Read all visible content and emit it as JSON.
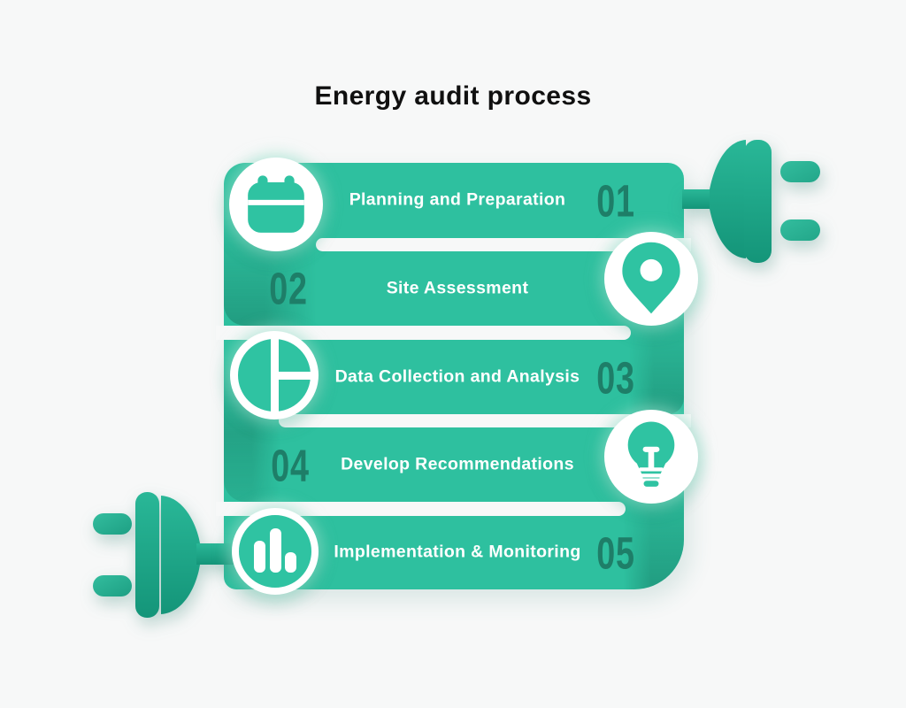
{
  "title": "Energy audit process",
  "steps": [
    {
      "number": "01",
      "label": "Planning and Preparation",
      "icon": "calendar-icon",
      "icon_side": "left",
      "number_side": "right"
    },
    {
      "number": "02",
      "label": "Site Assessment",
      "icon": "location-pin-icon",
      "icon_side": "right",
      "number_side": "left"
    },
    {
      "number": "03",
      "label": "Data Collection and Analysis",
      "icon": "pie-chart-icon",
      "icon_side": "left",
      "number_side": "right"
    },
    {
      "number": "04",
      "label": "Develop Recommendations",
      "icon": "lightbulb-icon",
      "icon_side": "right",
      "number_side": "left"
    },
    {
      "number": "05",
      "label": "Implementation & Monitoring",
      "icon": "bar-chart-icon",
      "icon_side": "left",
      "number_side": "right"
    }
  ],
  "decorations": {
    "top_right": "power-plug-icon",
    "bottom_left": "power-plug-icon"
  },
  "colors": {
    "background": "#f7f8f8",
    "ribbon": "#2ec09f",
    "ribbon_shade": "#0d5f4c",
    "step_number": "#1e7e68",
    "label_text": "#ffffff",
    "title_text": "#101010",
    "plug_body": "#1ca488",
    "plug_prong": "#2cb296"
  }
}
